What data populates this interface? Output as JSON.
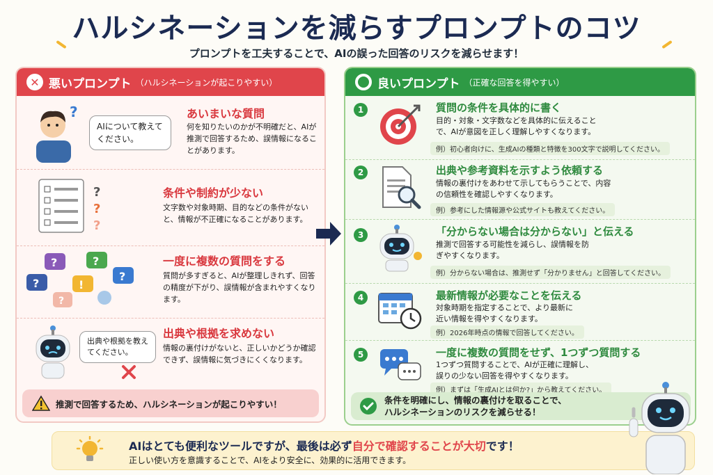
{
  "title": "ハルシネーションを減らすプロンプトのコツ",
  "subtitle": "プロンプトを工夫することで、AIの誤った回答のリスクを減らせます！",
  "bad": {
    "heading": "悪いプロンプト",
    "heading_note": "（ハルシネーションが起こりやすい）",
    "items": [
      {
        "title": "あいまいな質問",
        "text": "何を知りたいのかが不明確だと、AIが推測で回答するため、誤情報になることがあります。",
        "bubble": "AIについて教えてください。"
      },
      {
        "title": "条件や制約が少ない",
        "text": "文字数や対象時期、目的などの条件がないと、情報が不正確になることがあります。"
      },
      {
        "title": "一度に複数の質問をする",
        "text": "質問が多すぎると、AIが整理しきれず、回答の精度が下がり、誤情報が含まれやすくなります。"
      },
      {
        "title": "出典や根拠を求めない",
        "text": "情報の裏付けがないと、正しいかどうか確認できず、誤情報に気づきにくくなります。",
        "bubble": "出典や根拠を教えてください。"
      }
    ],
    "footer": "推測で回答するため、ハルシネーションが起こりやすい！"
  },
  "good": {
    "heading": "良いプロンプト",
    "heading_note": "（正確な回答を得やすい）",
    "items": [
      {
        "num": "1",
        "title": "質問の条件を具体的に書く",
        "text": "目的・対象・文字数などを具体的に伝えることで、AIが意図を正しく理解しやすくなります。",
        "example": "例）初心者向けに、生成AIの種類と特徴を300文字で説明してください。"
      },
      {
        "num": "2",
        "title": "出典や参考資料を示すよう依頼する",
        "text": "情報の裏付けをあわせて示してもらうことで、内容の信頼性を確認しやすくなります。",
        "example": "例）参考にした情報源や公式サイトも教えてください。"
      },
      {
        "num": "3",
        "title": "「分からない場合は分からない」と伝える",
        "text": "推測で回答する可能性を減らし、誤情報を防ぎやすくなります。",
        "example": "例）分からない場合は、推測せず「分かりません」と回答してください。"
      },
      {
        "num": "4",
        "title": "最新情報が必要なことを伝える",
        "text": "対象時期を指定することで、より最新に近い情報を得やすくなります。",
        "example": "例）2026年時点の情報で回答してください。"
      },
      {
        "num": "5",
        "title": "一度に複数の質問をせず、1つずつ質問する",
        "text": "1つずつ質問することで、AIが正確に理解し、誤りの少ない回答を得やすくなります。",
        "example": "例）まずは「生成AIとは何か?」から教えてください。"
      }
    ],
    "footer_l1": "条件を明確にし、情報の裏付けを取ることで、",
    "footer_l2": "ハルシネーションのリスクを減らせる！"
  },
  "bottom": {
    "line1_a": "AIはとても便利なツールですが、最後は必ず",
    "line1_hl": "自分で確認することが大切",
    "line1_b": "です！",
    "line2": "正しい使い方を意識することで、AIをより安全に、効果的に活用できます。"
  }
}
